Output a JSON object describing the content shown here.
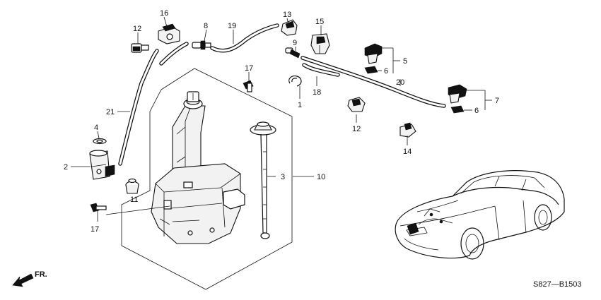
{
  "diagram": {
    "callouts": [
      {
        "id": "c16",
        "label": "16"
      },
      {
        "id": "c12a",
        "label": "12"
      },
      {
        "id": "c8",
        "label": "8"
      },
      {
        "id": "c19",
        "label": "19"
      },
      {
        "id": "c13",
        "label": "13"
      },
      {
        "id": "c15",
        "label": "15"
      },
      {
        "id": "c9",
        "label": "9"
      },
      {
        "id": "c5",
        "label": "5"
      },
      {
        "id": "c6a",
        "label": "6"
      },
      {
        "id": "c17a",
        "label": "17"
      },
      {
        "id": "c20",
        "label": "20"
      },
      {
        "id": "c18",
        "label": "18"
      },
      {
        "id": "c1",
        "label": "1"
      },
      {
        "id": "c7",
        "label": "7"
      },
      {
        "id": "c6b",
        "label": "6"
      },
      {
        "id": "c12b",
        "label": "12"
      },
      {
        "id": "c14",
        "label": "14"
      },
      {
        "id": "c21",
        "label": "21"
      },
      {
        "id": "c4",
        "label": "4"
      },
      {
        "id": "c2",
        "label": "2"
      },
      {
        "id": "c3",
        "label": "3"
      },
      {
        "id": "c10",
        "label": "10"
      },
      {
        "id": "c11",
        "label": "11"
      },
      {
        "id": "c17b",
        "label": "17"
      }
    ],
    "direction_label": "FR.",
    "diagram_code": "S827—B1503",
    "colors": {
      "ink": "#111111",
      "background": "#ffffff"
    }
  }
}
